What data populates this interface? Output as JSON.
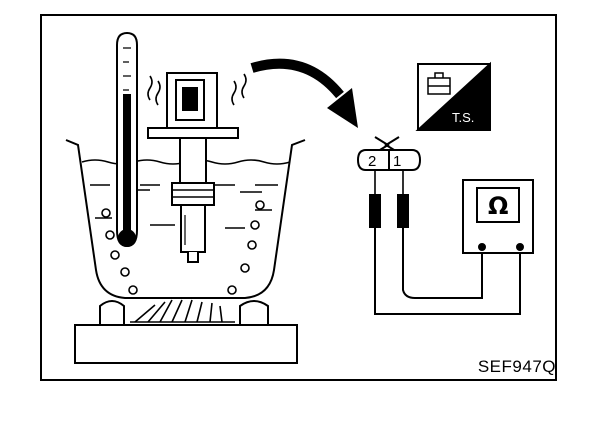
{
  "figure": {
    "code": "SEF947Q",
    "ts_badge": "T.S.",
    "connector_pins": [
      "2",
      "1"
    ],
    "meter_symbol": "Ω"
  },
  "colors": {
    "ink": "#000000",
    "paper": "#ffffff"
  },
  "icons": [
    "thermometer-icon",
    "sensor-icon",
    "burner-icon",
    "ohmmeter-icon",
    "toolbox-icon"
  ]
}
